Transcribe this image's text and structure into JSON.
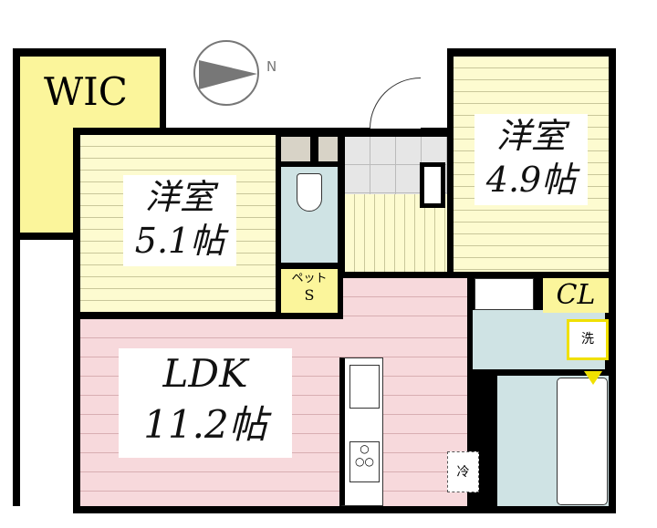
{
  "compass": {
    "label": "N"
  },
  "rooms": {
    "wic": {
      "label": "WIC"
    },
    "bedroom1": {
      "type": "洋室",
      "size": "5.1帖"
    },
    "bedroom2": {
      "type": "洋室",
      "size": "4.9帖"
    },
    "ldk": {
      "type": "LDK",
      "size": "11.2帖"
    },
    "closet": {
      "label": "CL"
    },
    "pet_storage": {
      "line1": "ペット",
      "line2": "S"
    },
    "washer": {
      "label": "洗"
    },
    "fridge": {
      "label": "冷"
    }
  },
  "colors": {
    "yellow": "#fbf59b",
    "pink": "#f7d9dc",
    "blue": "#cfe3e4"
  }
}
